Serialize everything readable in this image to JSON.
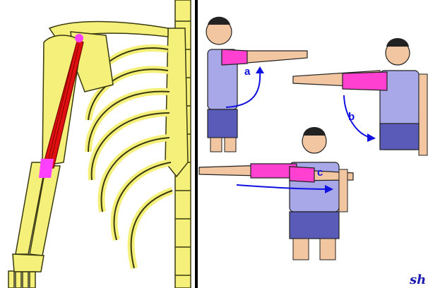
{
  "figure": {
    "labels": {
      "a": "a",
      "b": "b",
      "c": "c"
    },
    "signature": "sh",
    "colors": {
      "bone": "#f5f07a",
      "bone_outline": "#3a3a10",
      "muscle": "#e01010",
      "tendon": "#ff40ff",
      "skin": "#f2c6a0",
      "shirt": "#a8a8e8",
      "shorts": "#5a5ab8",
      "highlight": "#ff40d0",
      "arrow": "#1010e0",
      "background": "#000000"
    }
  }
}
